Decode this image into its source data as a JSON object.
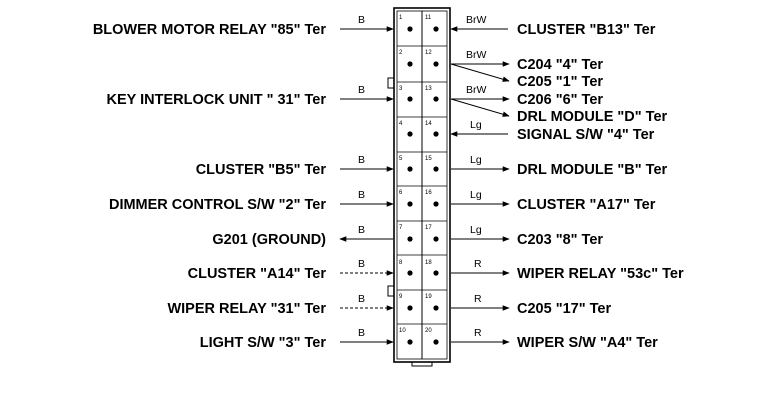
{
  "connector": {
    "pins": [
      {
        "left": "1",
        "right": "11"
      },
      {
        "left": "2",
        "right": "12"
      },
      {
        "left": "3",
        "right": "13"
      },
      {
        "left": "4",
        "right": "14"
      },
      {
        "left": "5",
        "right": "15"
      },
      {
        "left": "6",
        "right": "16"
      },
      {
        "left": "7",
        "right": "17"
      },
      {
        "left": "8",
        "right": "18"
      },
      {
        "left": "9",
        "right": "19"
      },
      {
        "left": "10",
        "right": "20"
      }
    ]
  },
  "left_circuits": [
    {
      "label": "BLOWER MOTOR RELAY \"85\" Ter",
      "color": "B",
      "dir": "in"
    },
    {
      "label": "KEY INTERLOCK UNIT \" 31\" Ter",
      "color": "B",
      "dir": "in"
    },
    {
      "label": "CLUSTER \"B5\" Ter",
      "color": "B",
      "dir": "in"
    },
    {
      "label": "DIMMER CONTROL S/W \"2\" Ter",
      "color": "B",
      "dir": "in"
    },
    {
      "label": "G201 (GROUND)",
      "color": "B",
      "dir": "out"
    },
    {
      "label": "CLUSTER \"A14\" Ter",
      "color": "B",
      "dir": "in"
    },
    {
      "label": "WIPER RELAY \"31\" Ter",
      "color": "B",
      "dir": "in"
    },
    {
      "label": "LIGHT S/W \"3\" Ter",
      "color": "B",
      "dir": "in"
    }
  ],
  "right_circuits": [
    {
      "label": "CLUSTER \"B13\" Ter",
      "color": "BrW",
      "dir": "in"
    },
    {
      "label": "C204 \"4\" Ter",
      "color": "BrW",
      "dir": "out"
    },
    {
      "label": "C205 \"1\" Ter",
      "color": "",
      "dir": "out"
    },
    {
      "label": "C206 \"6\" Ter",
      "color": "BrW",
      "dir": "out"
    },
    {
      "label": "DRL MODULE \"D\" Ter",
      "color": "",
      "dir": "out"
    },
    {
      "label": "SIGNAL S/W \"4\" Ter",
      "color": "Lg",
      "dir": "in"
    },
    {
      "label": "DRL MODULE \"B\" Ter",
      "color": "Lg",
      "dir": "out"
    },
    {
      "label": "CLUSTER \"A17\" Ter",
      "color": "Lg",
      "dir": "out"
    },
    {
      "label": "C203 \"8\" Ter",
      "color": "Lg",
      "dir": "out"
    },
    {
      "label": "WIPER RELAY \"53c\" Ter",
      "color": "R",
      "dir": "out"
    },
    {
      "label": "C205 \"17\" Ter",
      "color": "R",
      "dir": "out"
    },
    {
      "label": "WIPER S/W \"A4\" Ter",
      "color": "R",
      "dir": "out"
    }
  ]
}
